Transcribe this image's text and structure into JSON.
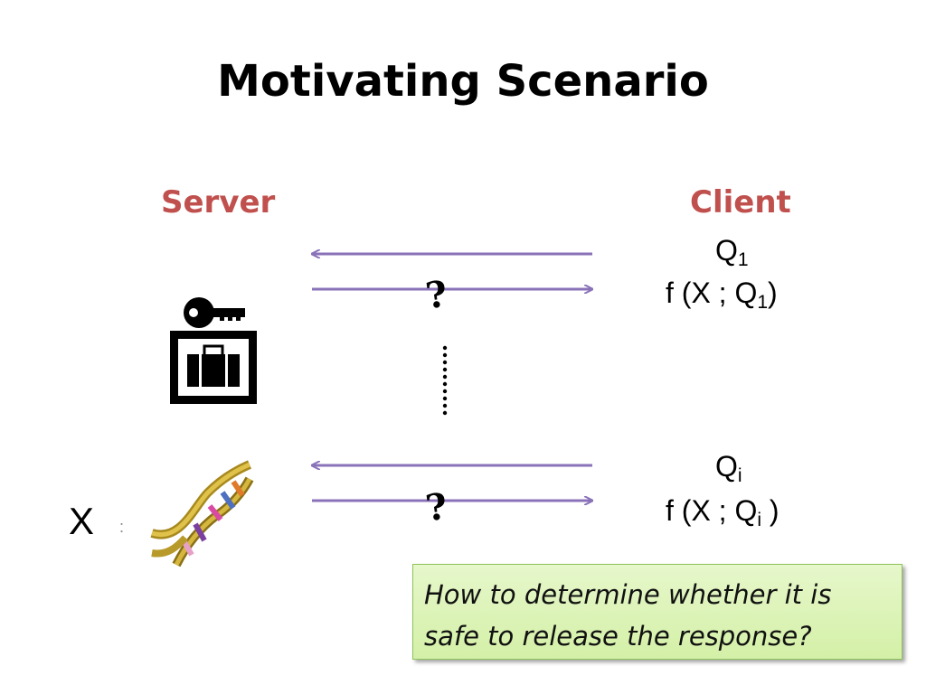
{
  "slide": {
    "title": "Motivating Scenario"
  },
  "labels": {
    "server": "Server",
    "client": "Client"
  },
  "query_1": {
    "q": "Q",
    "q_sub": "1",
    "f_prefix": "f (X ; Q",
    "f_sub": "1",
    "f_suffix": ")"
  },
  "query_i": {
    "q": "Q",
    "q_sub": "i",
    "f_prefix": "f (X ; Q",
    "f_sub": "i",
    "f_suffix": " )"
  },
  "dataset": {
    "label": "X",
    "colon": ":"
  },
  "question_marks": {
    "symbol": "?"
  },
  "callout": {
    "text": "How to determine whether it is safe to release the response?"
  },
  "colors": {
    "heading": "#c0504d",
    "arrow": "#8a72b8",
    "callout_fill": "#dcf3b8",
    "callout_border": "#8fc35b"
  },
  "icons": [
    "key-icon",
    "briefcase-icon",
    "dna-icon",
    "arrow-left-icon",
    "arrow-right-icon"
  ]
}
